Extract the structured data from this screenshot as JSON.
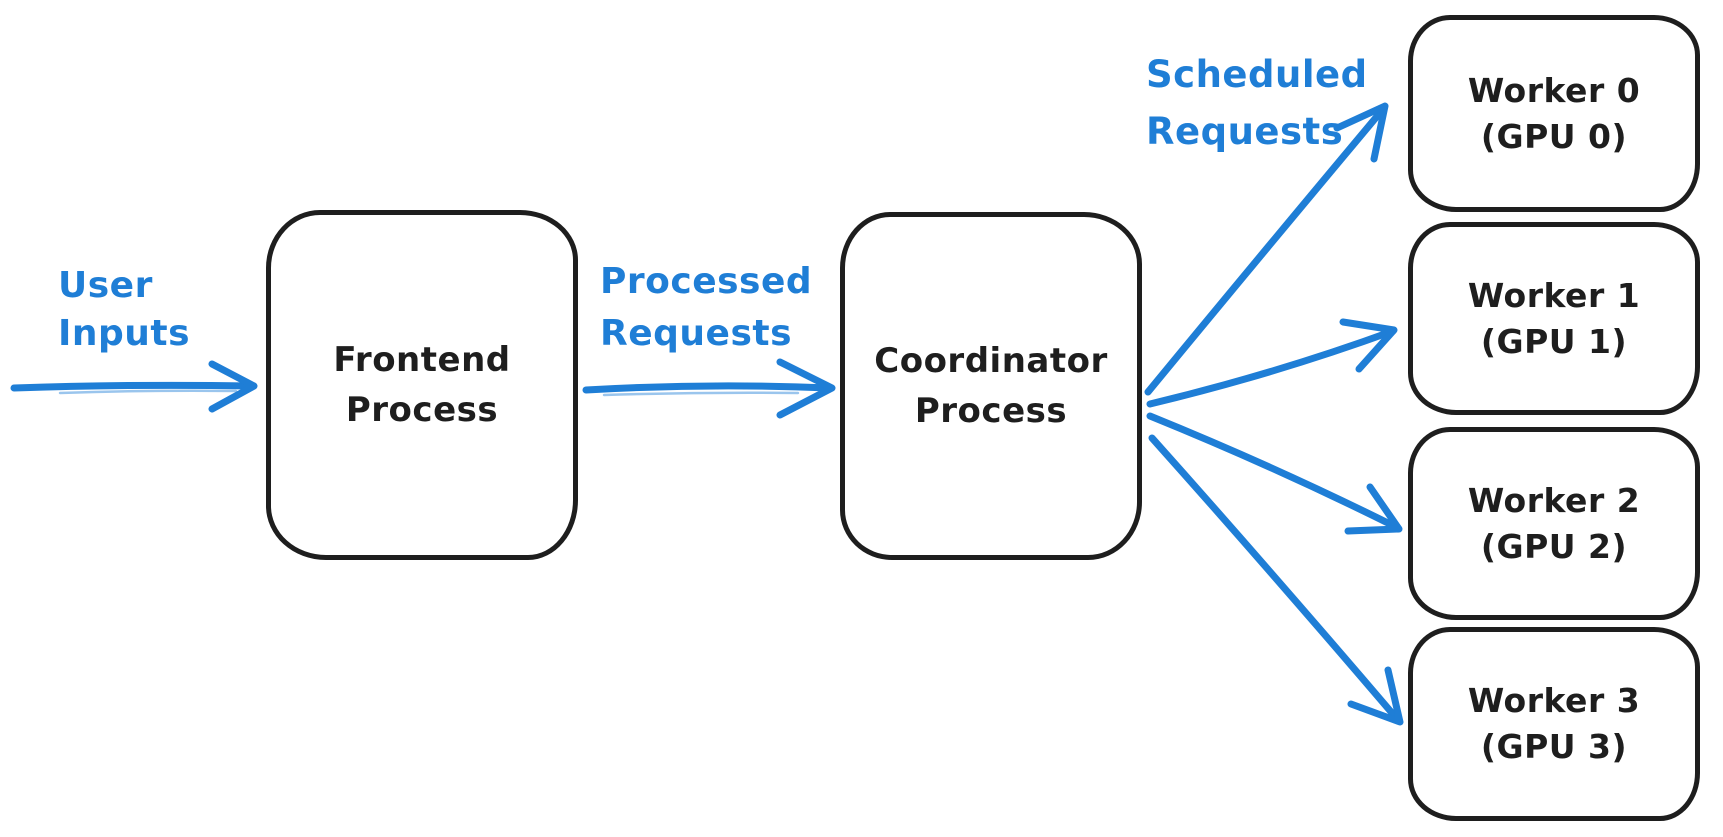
{
  "colors": {
    "ink": "#1e1e1e",
    "accent": "#1f7ed6",
    "background": "#ffffff"
  },
  "nodes": {
    "frontend": {
      "label": "Frontend\nProcess"
    },
    "coordinator": {
      "label": "Coordinator\nProcess"
    },
    "workers": [
      {
        "label": "Worker 0\n(GPU 0)"
      },
      {
        "label": "Worker 1\n(GPU 1)"
      },
      {
        "label": "Worker 2\n(GPU 2)"
      },
      {
        "label": "Worker 3\n(GPU 3)"
      }
    ]
  },
  "edge_labels": {
    "user_inputs": "User\nInputs",
    "processed_requests": "Processed\nRequests",
    "scheduled_requests": "Scheduled\nRequests"
  }
}
